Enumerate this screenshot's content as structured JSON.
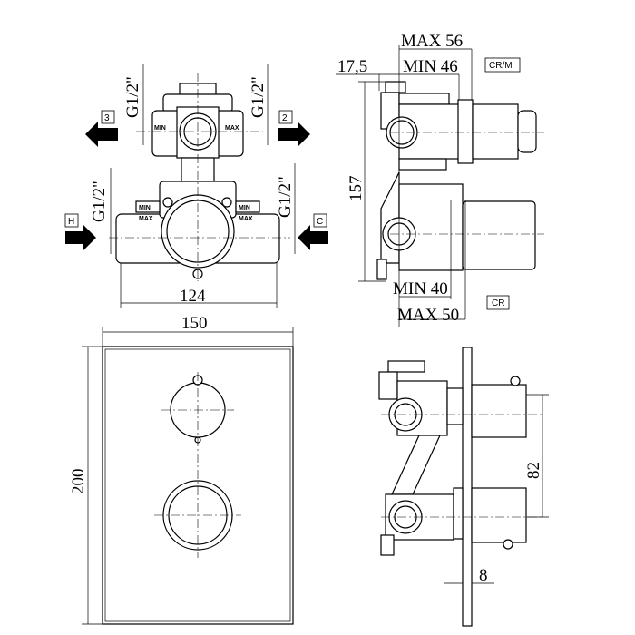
{
  "dimensions": {
    "max_56": "MAX 56",
    "offset_17_5": "17,5",
    "min_46": "MIN 46",
    "height_157": "157",
    "width_124": "124",
    "min_40": "MIN 40",
    "max_50": "MAX 50",
    "plate_width": "150",
    "plate_height": "200",
    "spacing_82": "82",
    "plate_thickness": "8"
  },
  "thread_labels": [
    "G1/2\"",
    "G1/2\"",
    "G1/2\"",
    "G1/2\""
  ],
  "port_tags": {
    "outlet_3": "3",
    "outlet_2": "2",
    "hot": "H",
    "cold": "C"
  },
  "variant_tags": {
    "crm": "CR/M",
    "cr": "CR"
  },
  "valve_marks": {
    "min": "MIN",
    "max": "MAX"
  }
}
